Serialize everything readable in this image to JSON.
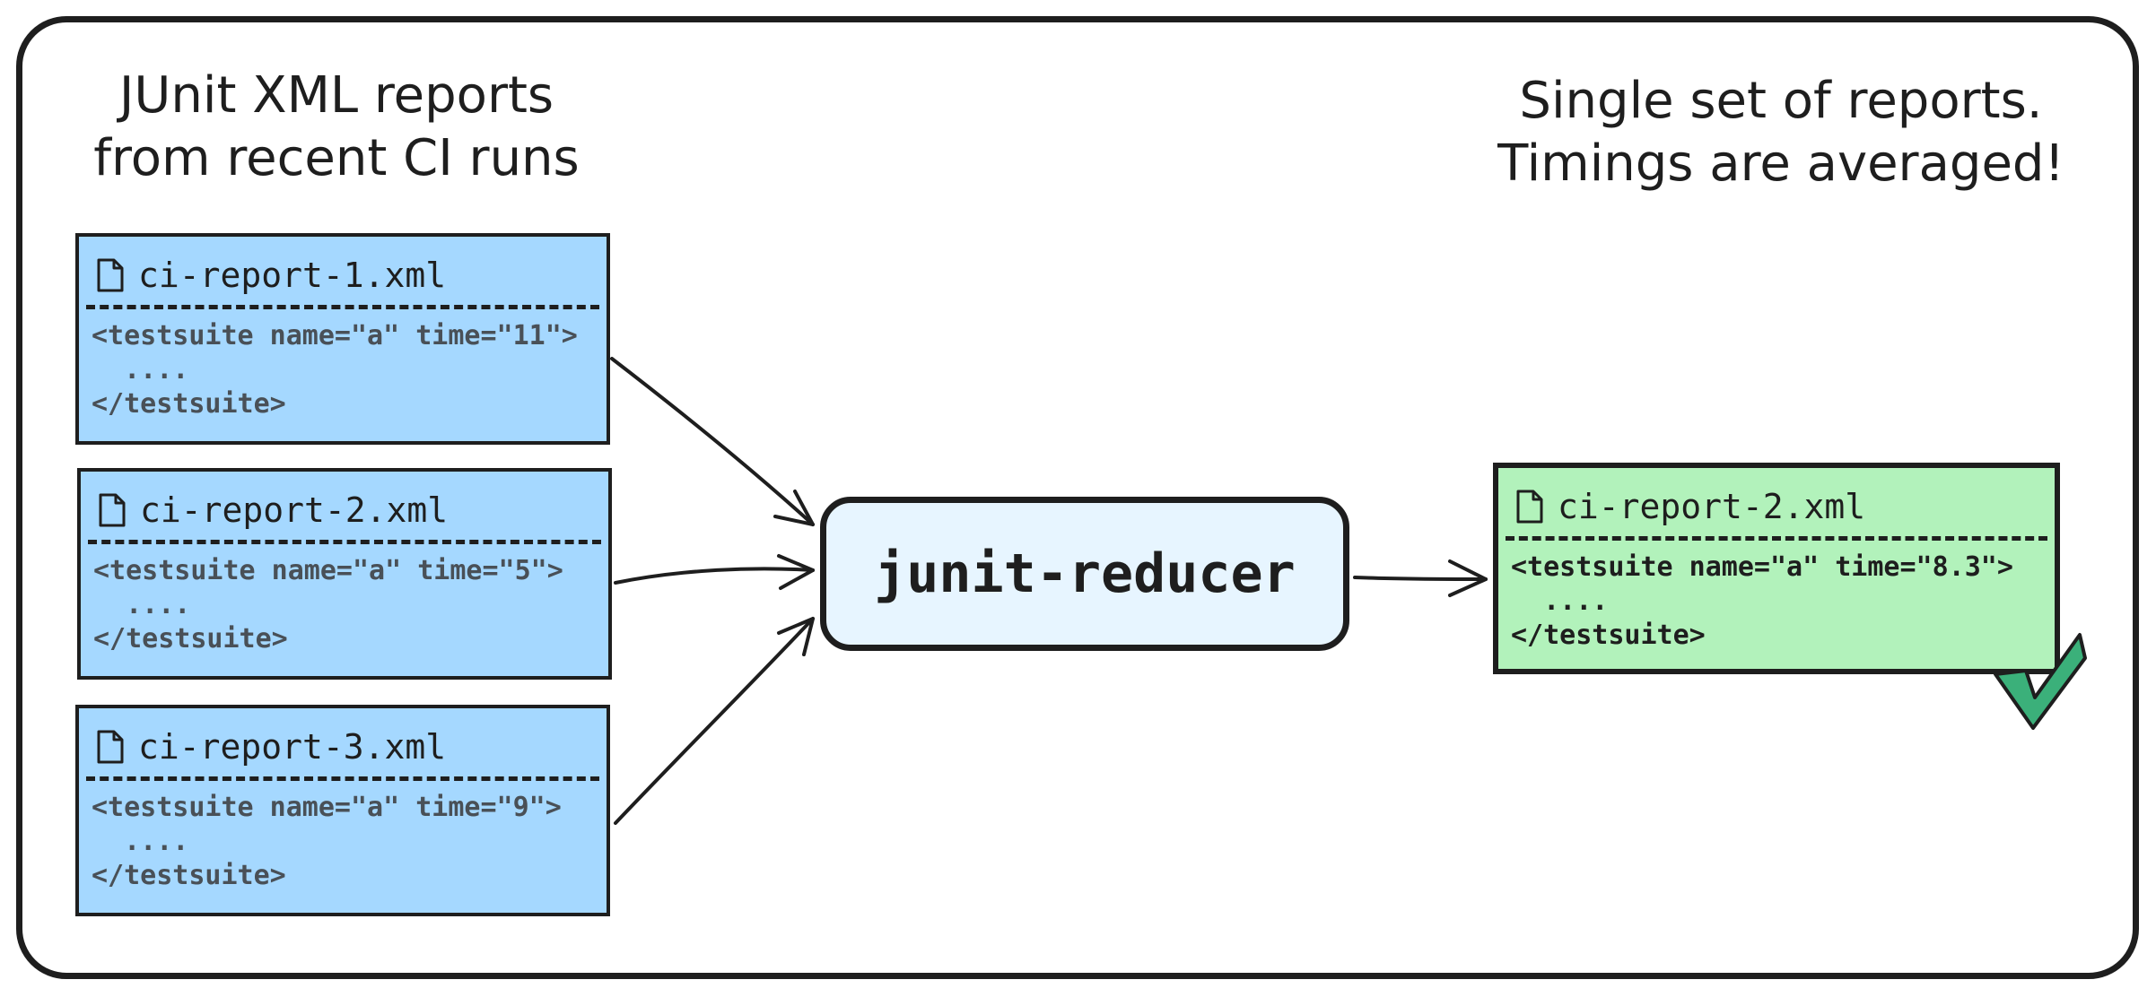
{
  "captions": {
    "left": "JUnit XML reports\nfrom recent CI runs",
    "right": "Single set of reports.\nTimings are averaged!"
  },
  "inputs": [
    {
      "filename": "ci-report-1.xml",
      "line1": "<testsuite name=\"a\" time=\"11\">",
      "line2": "  ....",
      "line3": "</testsuite>",
      "icon": "file-icon"
    },
    {
      "filename": "ci-report-2.xml",
      "line1": "<testsuite name=\"a\" time=\"5\">",
      "line2": "  ....",
      "line3": "</testsuite>",
      "icon": "file-icon"
    },
    {
      "filename": "ci-report-3.xml",
      "line1": "<testsuite name=\"a\" time=\"9\">",
      "line2": "  ....",
      "line3": "</testsuite>",
      "icon": "file-icon"
    }
  ],
  "reducer": {
    "label": "junit-reducer"
  },
  "output": {
    "filename": "ci-report-2.xml",
    "line1": "<testsuite name=\"a\" time=\"8.3\">",
    "line2": "  ....",
    "line3": "</testsuite>",
    "icon": "file-icon",
    "badge_icon": "checkmark-icon"
  },
  "colors": {
    "input_fill": "#a5d8ff",
    "reducer_fill": "#e7f5ff",
    "output_fill": "#b2f2bb",
    "check": "#3bb07a",
    "stroke": "#1e1e1e"
  }
}
